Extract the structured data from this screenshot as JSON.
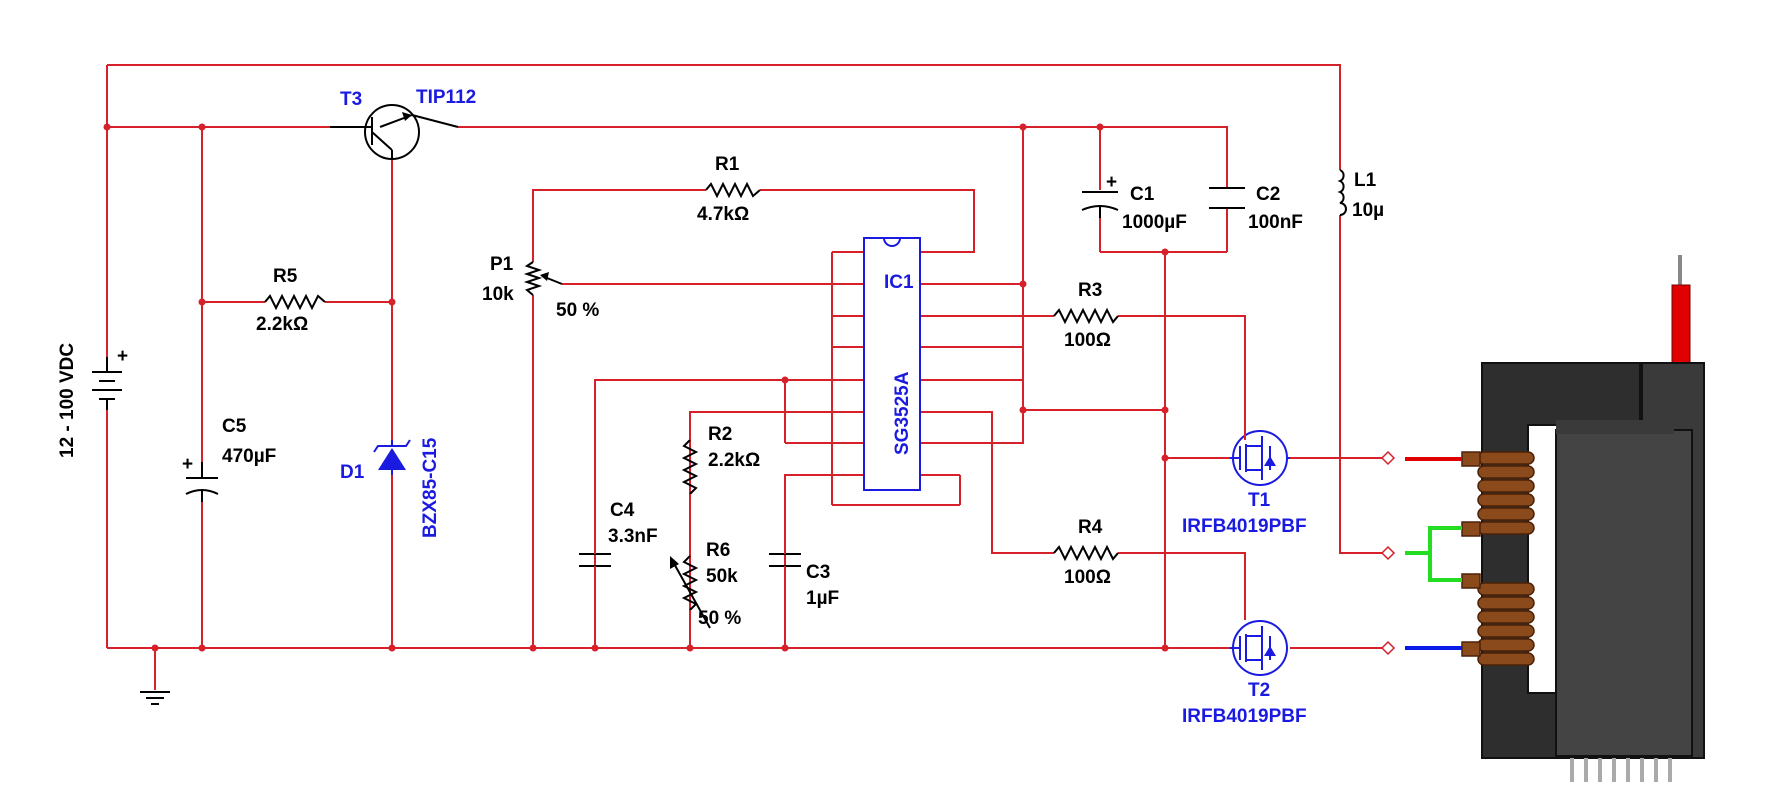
{
  "supply": {
    "label": "12 - 100 VDC",
    "plus": "+"
  },
  "T3": {
    "ref": "T3",
    "part": "TIP112"
  },
  "D1": {
    "ref": "D1",
    "part": "BZX85-C15"
  },
  "R5": {
    "ref": "R5",
    "value": "2.2kΩ"
  },
  "C5": {
    "ref": "C5",
    "value": "470µF",
    "plus": "+"
  },
  "R1": {
    "ref": "R1",
    "value": "4.7kΩ"
  },
  "P1": {
    "ref": "P1",
    "value": "10k",
    "setting": "50 %"
  },
  "IC1": {
    "ref": "IC1",
    "part": "SG3525A"
  },
  "C1": {
    "ref": "C1",
    "value": "1000µF",
    "plus": "+"
  },
  "C2": {
    "ref": "C2",
    "value": "100nF"
  },
  "L1": {
    "ref": "L1",
    "value": "10µ"
  },
  "R3": {
    "ref": "R3",
    "value": "100Ω"
  },
  "R4": {
    "ref": "R4",
    "value": "100Ω"
  },
  "R2": {
    "ref": "R2",
    "value": "2.2kΩ"
  },
  "R6": {
    "ref": "R6",
    "value": "50k",
    "setting": "50 %"
  },
  "C4": {
    "ref": "C4",
    "value": "3.3nF"
  },
  "C3": {
    "ref": "C3",
    "value": "1µF"
  },
  "T1": {
    "ref": "T1",
    "part": "IRFB4019PBF"
  },
  "T2": {
    "ref": "T2",
    "part": "IRFB4019PBF"
  },
  "colors": {
    "wire": "#d6202a",
    "component_label": "#1a1ae0",
    "coil": "#8a4a1c",
    "core": "#333333",
    "lead_red": "#e00000",
    "lead_green": "#22dd22",
    "lead_blue": "#0a1ae8"
  }
}
